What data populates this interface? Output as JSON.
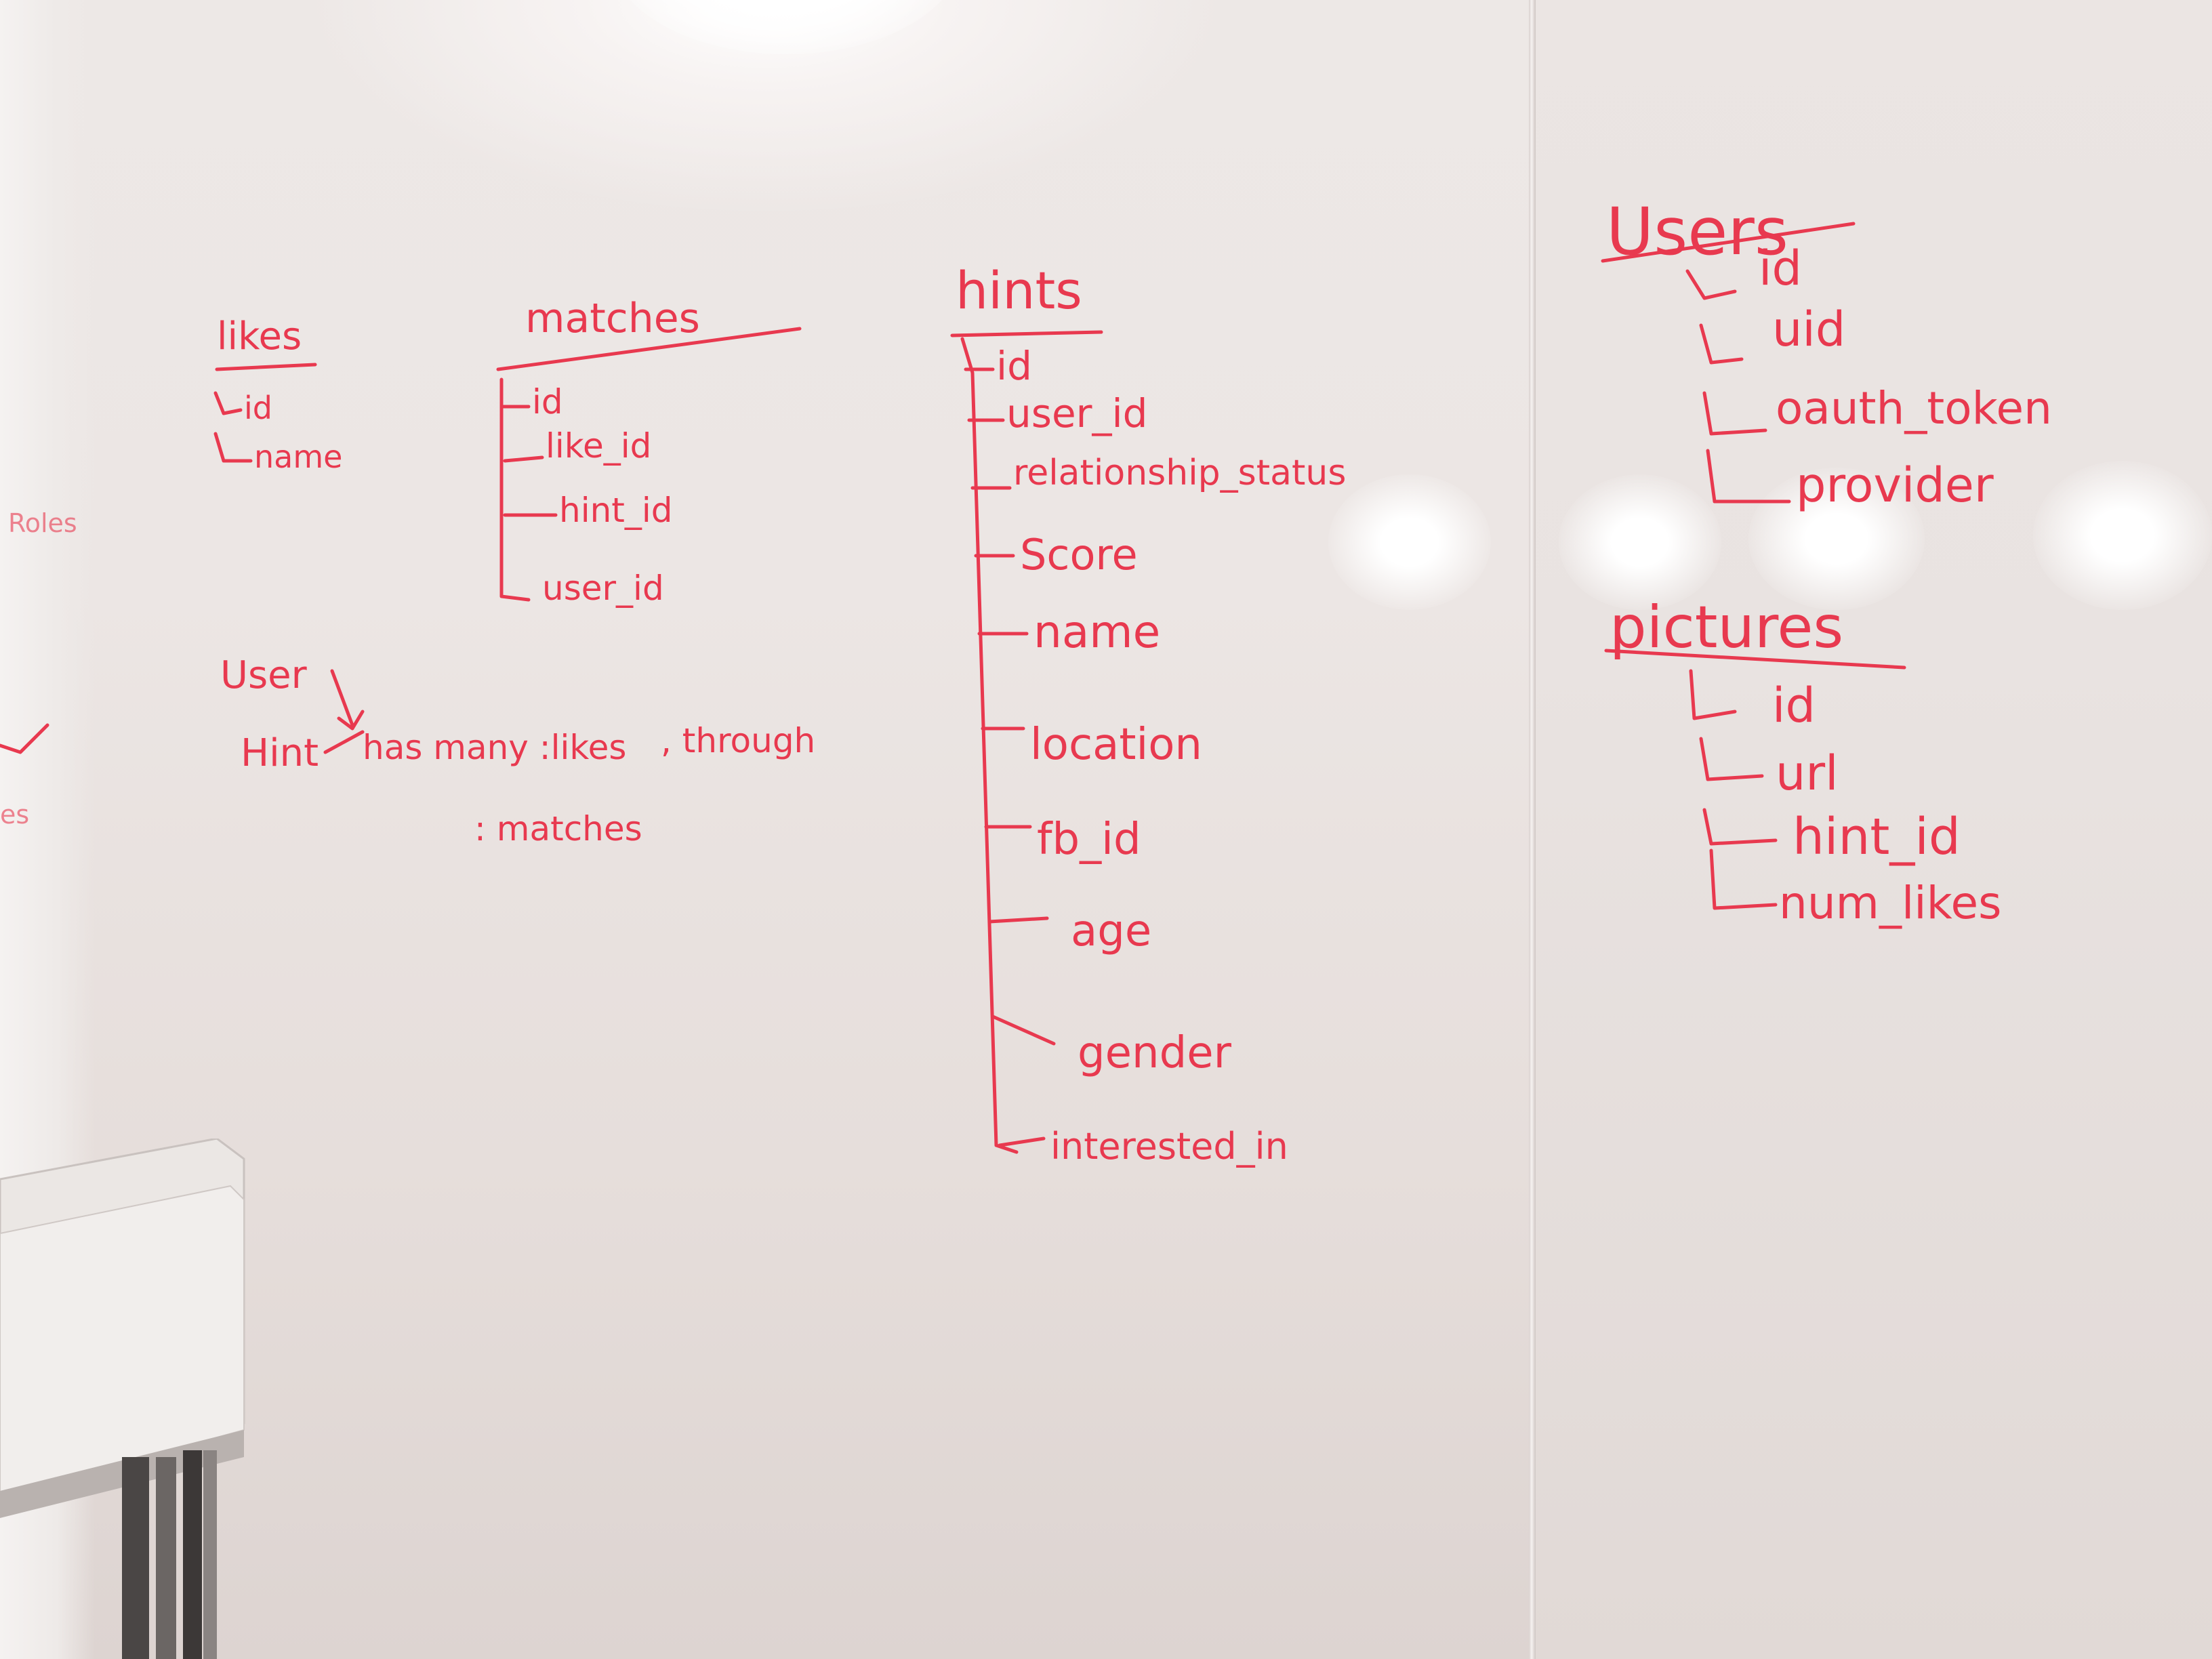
{
  "ink_color": "#e8394f",
  "likes": {
    "title": "likes",
    "fields": [
      "id",
      "name"
    ]
  },
  "matches": {
    "title": "matches",
    "fields": [
      "id",
      "like_id",
      "hint_id",
      "user_id"
    ]
  },
  "association": {
    "line1": "User",
    "line2_prefix": "Hint",
    "line2_text": "has many :likes",
    "line2_suffix": ", through",
    "line3": ": matches"
  },
  "hints": {
    "title": "hints",
    "fields": [
      "id",
      "user_id",
      "relationship_status",
      "Score",
      "name",
      "location",
      "fb_id",
      "age",
      "gender",
      "interested_in"
    ]
  },
  "users": {
    "title": "Users",
    "fields": [
      "id",
      "uid",
      "oauth_token",
      "provider"
    ]
  },
  "pictures": {
    "title": "pictures",
    "fields": [
      "id",
      "url",
      "hint_id",
      "num_likes"
    ]
  },
  "edge_text": {
    "roles": "Roles",
    "es": "es"
  }
}
